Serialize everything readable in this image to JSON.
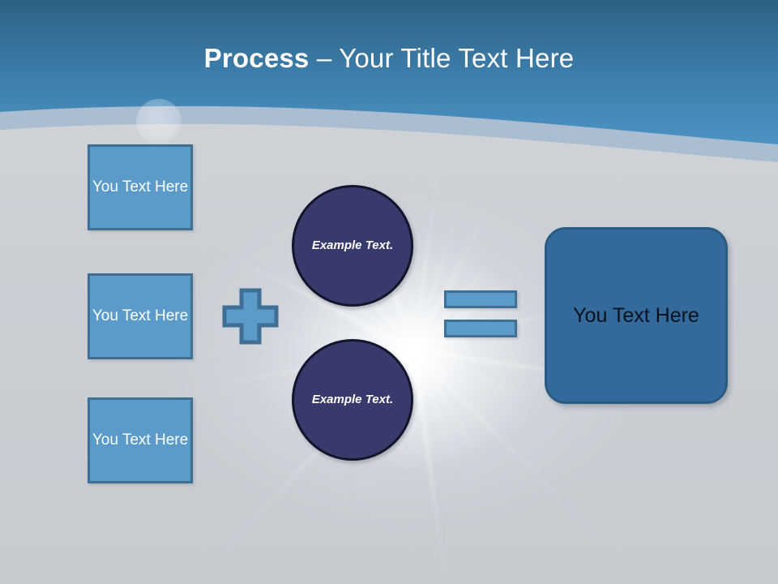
{
  "slide": {
    "title_strong": "Process",
    "title_rest": " – Your Title Text Here",
    "background_color": "#c9cdd2"
  },
  "colors": {
    "header_gradient_top": "#2e6183",
    "header_gradient_bottom": "#4b93c4",
    "header_band_light": "#a8bcd2",
    "input_box_fill": "#5a9bc9",
    "input_box_border": "#3f6f95",
    "circle_fill": "#383a6b",
    "circle_border": "#14142c",
    "result_fill": "#336a9b",
    "result_border": "#2a5a84",
    "title_text": "#ffffff",
    "result_text": "#07121c"
  },
  "inputs": {
    "items": [
      {
        "label": "You Text Here"
      },
      {
        "label": "You Text Here"
      },
      {
        "label": "You Text Here"
      }
    ]
  },
  "operators": {
    "plus": {
      "symbol": "+",
      "icon": "plus-icon"
    },
    "equals": {
      "symbol": "=",
      "icon": "equals-icon"
    }
  },
  "circles": {
    "items": [
      {
        "label": "Example Text."
      },
      {
        "label": "Example Text."
      }
    ]
  },
  "result": {
    "label": "You Text Here"
  }
}
